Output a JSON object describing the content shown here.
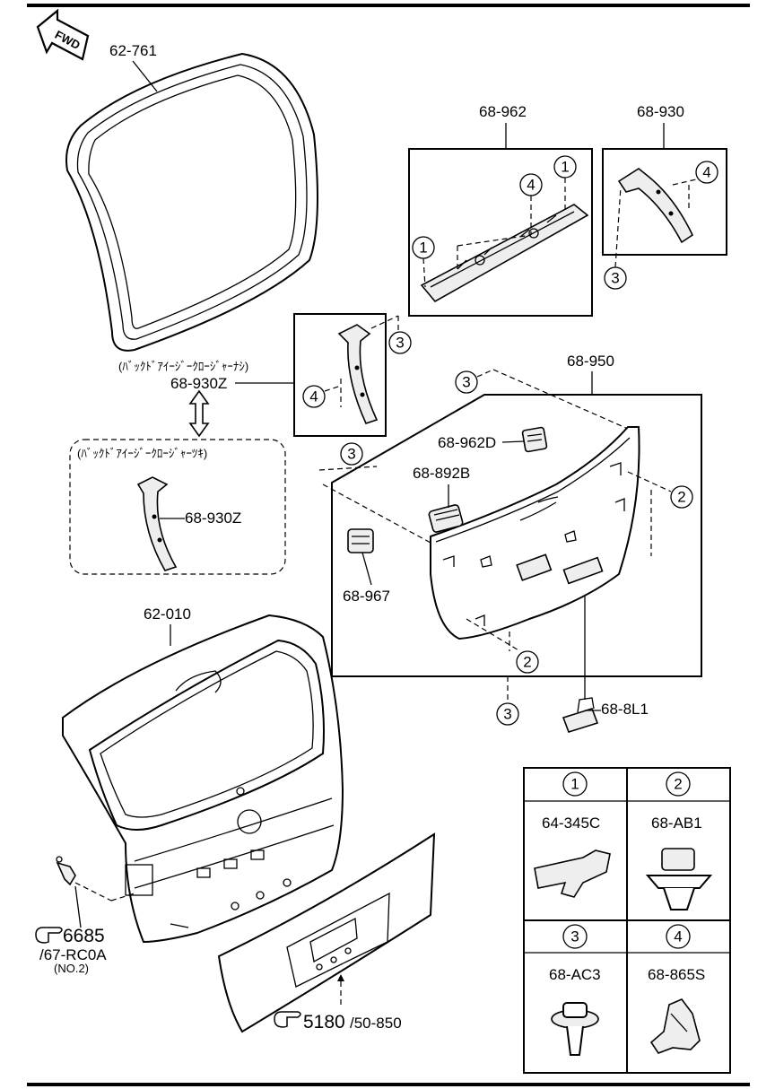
{
  "fwd_label": "FWD",
  "parts": {
    "weatherstrip": "62-761",
    "trim_upper": "68-962",
    "trim_side_r": "68-930",
    "trim_side_l_note": "(ﾊﾞｯｸﾄﾞｱｲｰｼﾞｰｸﾛｰｼﾞｬｰﾅｼ)",
    "trim_side_l": "68-930Z",
    "trim_side_l_note2": "(ﾊﾞｯｸﾄﾞｱｲｰｼﾞｰｸﾛｰｼﾞｬｰﾂｷ)",
    "trim_side_l2": "68-930Z",
    "trim_lower": "68-950",
    "cover_962d": "68-962D",
    "cover_892b": "68-892B",
    "cover_967": "68-967",
    "liftgate": "62-010",
    "handle_8l1": "68-8L1",
    "ref_6685": "6685",
    "ref_6685_sub": "/67-RC0A",
    "ref_6685_sub2": "(NO.2)",
    "ref_5180": "5180",
    "ref_5180_sub": "/50-850"
  },
  "callouts": {
    "c1": "1",
    "c2": "2",
    "c3": "3",
    "c4": "4"
  },
  "legend": {
    "cells": [
      {
        "num": "1",
        "part": "64-345C"
      },
      {
        "num": "2",
        "part": "68-AB1"
      },
      {
        "num": "3",
        "part": "68-AC3"
      },
      {
        "num": "4",
        "part": "68-865S"
      }
    ]
  }
}
